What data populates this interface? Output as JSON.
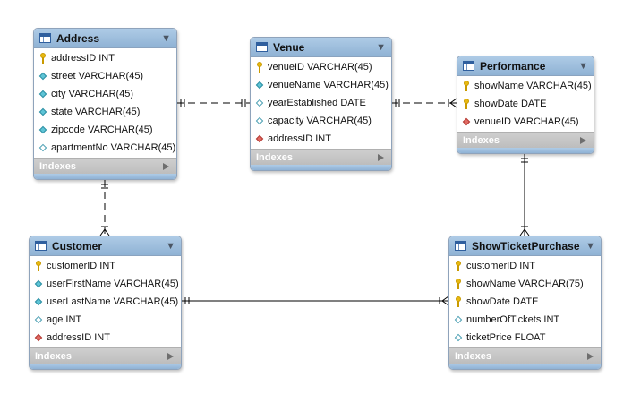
{
  "tables": [
    {
      "id": "address",
      "name": "Address",
      "footer": "Indexes",
      "columns": [
        {
          "text": "addressID INT",
          "icon": "primary-key-icon"
        },
        {
          "text": "street VARCHAR(45)",
          "icon": "not-null-column-icon"
        },
        {
          "text": "city VARCHAR(45)",
          "icon": "not-null-column-icon"
        },
        {
          "text": "state VARCHAR(45)",
          "icon": "not-null-column-icon"
        },
        {
          "text": "zipcode VARCHAR(45)",
          "icon": "not-null-column-icon"
        },
        {
          "text": "apartmentNo VARCHAR(45)",
          "icon": "nullable-column-icon"
        }
      ]
    },
    {
      "id": "venue",
      "name": "Venue",
      "footer": "Indexes",
      "columns": [
        {
          "text": "venueID VARCHAR(45)",
          "icon": "primary-key-icon"
        },
        {
          "text": "venueName VARCHAR(45)",
          "icon": "not-null-column-icon"
        },
        {
          "text": "yearEstablished DATE",
          "icon": "nullable-column-icon"
        },
        {
          "text": "capacity VARCHAR(45)",
          "icon": "nullable-column-icon"
        },
        {
          "text": "addressID INT",
          "icon": "foreign-key-icon"
        }
      ]
    },
    {
      "id": "performance",
      "name": "Performance",
      "footer": "Indexes",
      "columns": [
        {
          "text": "showName VARCHAR(45)",
          "icon": "primary-key-icon"
        },
        {
          "text": "showDate DATE",
          "icon": "primary-key-icon"
        },
        {
          "text": "venueID VARCHAR(45)",
          "icon": "foreign-key-icon"
        }
      ]
    },
    {
      "id": "customer",
      "name": "Customer",
      "footer": "Indexes",
      "columns": [
        {
          "text": "customerID INT",
          "icon": "primary-key-icon"
        },
        {
          "text": "userFirstName VARCHAR(45)",
          "icon": "not-null-column-icon"
        },
        {
          "text": "userLastName VARCHAR(45)",
          "icon": "not-null-column-icon"
        },
        {
          "text": "age INT",
          "icon": "nullable-column-icon"
        },
        {
          "text": "addressID INT",
          "icon": "foreign-key-icon"
        }
      ]
    },
    {
      "id": "showticketpurchase",
      "name": "ShowTicketPurchase",
      "footer": "Indexes",
      "columns": [
        {
          "text": "customerID INT",
          "icon": "primary-key-icon"
        },
        {
          "text": "showName VARCHAR(75)",
          "icon": "primary-key-icon"
        },
        {
          "text": "showDate DATE",
          "icon": "primary-key-icon"
        },
        {
          "text": "numberOfTickets INT",
          "icon": "nullable-column-icon"
        },
        {
          "text": "ticketPrice FLOAT",
          "icon": "nullable-column-icon"
        }
      ]
    }
  ],
  "relationships": [
    {
      "from": "address",
      "to": "venue",
      "style": "dashed",
      "from_end": "one-and-only-one",
      "to_end": "one-and-only-one"
    },
    {
      "from": "venue",
      "to": "performance",
      "style": "dashed",
      "from_end": "one-and-only-one",
      "to_end": "one-or-many"
    },
    {
      "from": "address",
      "to": "customer",
      "style": "dashed",
      "from_end": "one-and-only-one",
      "to_end": "one-or-many"
    },
    {
      "from": "performance",
      "to": "showticketpurchase",
      "style": "solid",
      "from_end": "one-and-only-one",
      "to_end": "one-or-many"
    },
    {
      "from": "customer",
      "to": "showticketpurchase",
      "style": "solid",
      "from_end": "one-and-only-one",
      "to_end": "one-or-many"
    }
  ],
  "colors": {
    "header_blue": "#9fc0df",
    "primary_key": "#e8b911",
    "not_null_column": "#5ec4d6",
    "foreign_key": "#e06a63",
    "connector": "#000000"
  }
}
